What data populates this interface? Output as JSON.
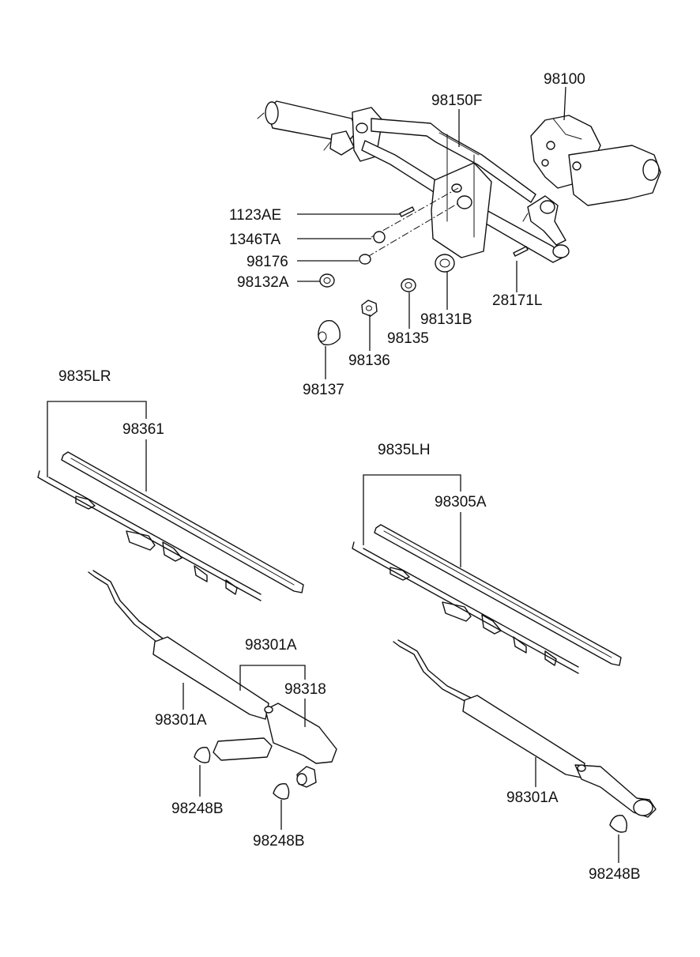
{
  "labels": {
    "p98100": "98100",
    "p98150F": "98150F",
    "p1123AE": "1123AE",
    "p1346TA": "1346TA",
    "p98176": "98176",
    "p98132A": "98132A",
    "p28171L": "28171L",
    "p98131B": "98131B",
    "p98135": "98135",
    "p98136": "98136",
    "p98137": "98137",
    "p9835LR": "9835LR",
    "p98361": "98361",
    "p9835LH": "9835LH",
    "p98305A": "98305A",
    "p98301A_top": "98301A",
    "p98318": "98318",
    "p98301A_left": "98301A",
    "p98301A_right": "98301A",
    "p98248B_a": "98248B",
    "p98248B_b": "98248B",
    "p98248B_c": "98248B"
  }
}
